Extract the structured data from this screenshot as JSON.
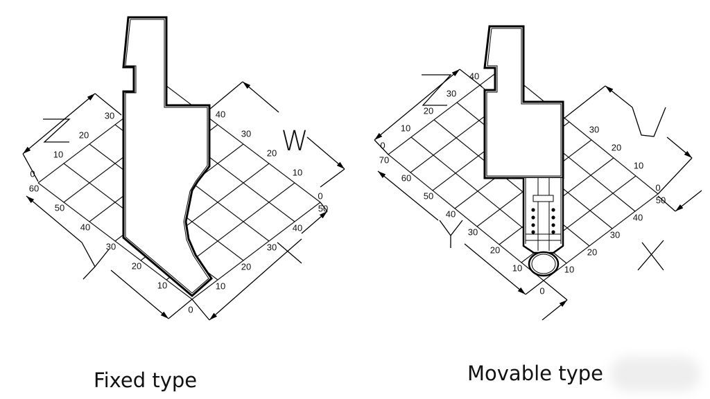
{
  "diagrams": [
    {
      "id": "fixed",
      "caption": "Fixed type",
      "scales": {
        "lower_left": [
          "10",
          "20",
          "30",
          "40",
          "50",
          "60"
        ],
        "upper_left": [
          "0",
          "10",
          "20",
          "30"
        ],
        "lower_right": [
          "0",
          "10",
          "20",
          "30",
          "40",
          "50"
        ],
        "upper_right": [
          "0",
          "10",
          "20",
          "30",
          "40"
        ]
      },
      "axis_letters": {
        "z": "Z",
        "w": "W",
        "y": "Y"
      }
    },
    {
      "id": "movable",
      "caption": "Movable type",
      "scales": {
        "lower_left": [
          "10",
          "20",
          "30",
          "40",
          "50",
          "60",
          "70"
        ],
        "upper_left": [
          "0",
          "10",
          "20",
          "30",
          "40"
        ],
        "lower_right": [
          "0",
          "10",
          "20",
          "30",
          "40",
          "50"
        ],
        "upper_right": [
          "0",
          "10",
          "20",
          "30"
        ]
      },
      "axis_letters": {
        "z": "Z",
        "w": "W",
        "y": "Y",
        "x": "X"
      }
    }
  ]
}
